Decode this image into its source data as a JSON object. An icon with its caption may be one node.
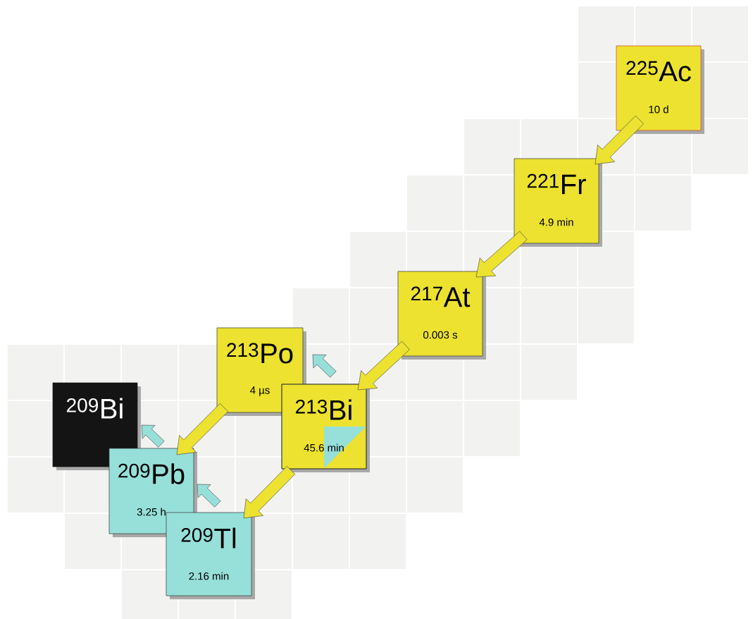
{
  "diagram": {
    "nodes": [
      {
        "text": [
          "$^{225}$Ac",
          "10 d"
        ]
      },
      {
        "text": [
          "$^{221}$Fr",
          "4.9 min"
        ]
      },
      {
        "text": [
          "$^{217}$At",
          "0.003 s"
        ]
      },
      {
        "text": [
          "$^{213}$Po",
          "4 µs"
        ]
      },
      {
        "text": [
          "$^{213}$Bi",
          "45.6 min"
        ]
      },
      {
        "text": [
          "$^{209}$Bi"
        ]
      },
      {
        "text": [
          "$^{209}$Pb",
          "3.25 h"
        ]
      },
      {
        "text": [
          "$^{209}$Tl",
          "2.16 min"
        ]
      }
    ],
    "edges": [
      {
        "from": 0,
        "to": 1,
        "arrow": "to"
      },
      {
        "from": 1,
        "to": 2,
        "arrow": "to"
      },
      {
        "from": 2,
        "to": 4,
        "arrow": "to"
      },
      {
        "from": 4,
        "to": 3,
        "arrow": "to",
        "color": "#96e0d9"
      },
      {
        "from": 4,
        "to": 7,
        "arrow": "to"
      },
      {
        "from": 3,
        "to": 6,
        "arrow": "to"
      },
      {
        "from": 7,
        "to": 6,
        "arrow": "to",
        "color": "#96e0d9"
      },
      {
        "from": 6,
        "to": 5,
        "arrow": "to",
        "color": "#96e0d9"
      }
    ]
  }
}
